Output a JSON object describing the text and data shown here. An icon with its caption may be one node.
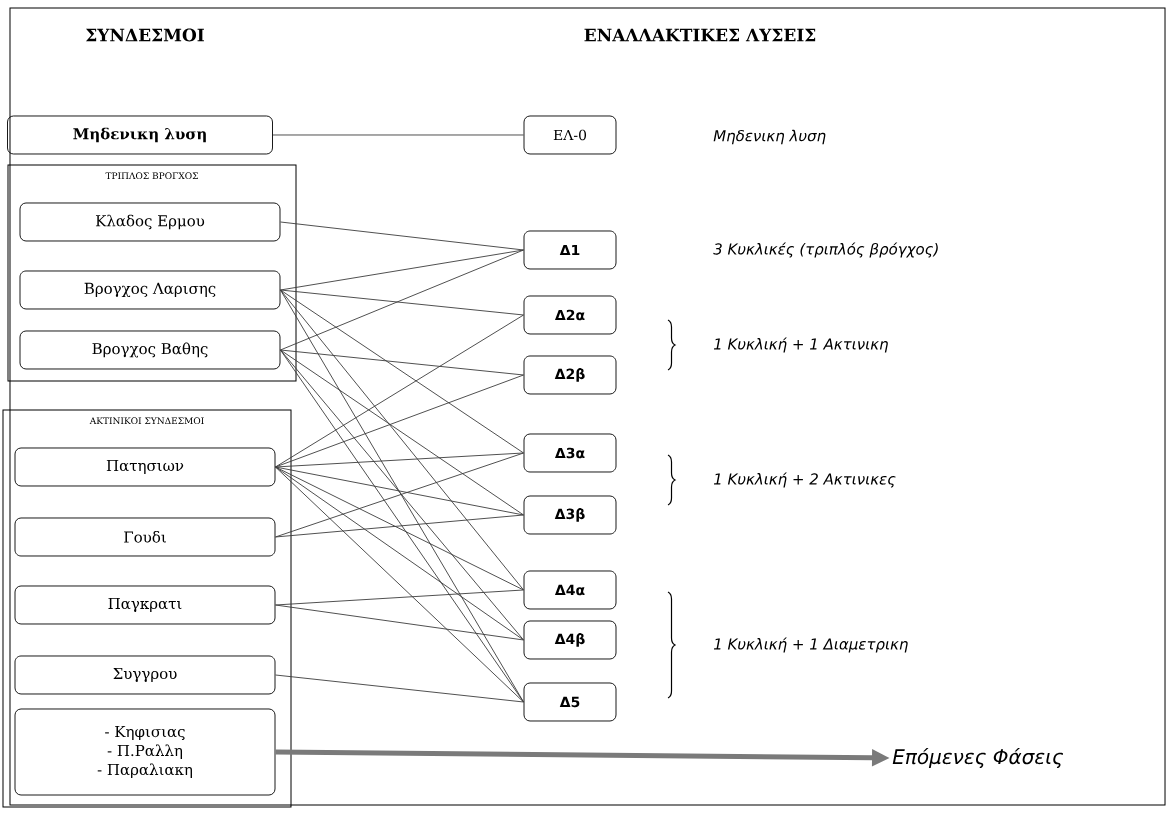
{
  "diagram": {
    "nodes": [
      {
        "text": [
          "Μηδενικη λυση"
        ]
      },
      {
        "text": [
          "ΤΡΙΠΛΟΣ ΒΡΟΓΧΟΣ"
        ]
      },
      {
        "text": [
          "Κλαδος Ερμου"
        ],
        "in": 1
      },
      {
        "text": [
          "Βρογχος Λαρισης"
        ],
        "in": 1
      },
      {
        "text": [
          "Βρογχος Βαθης"
        ],
        "in": 1
      },
      {
        "text": [
          "ΑΚΤΙΝΙΚΟΙ ΣΥΝΔΕΣΜΟΙ"
        ]
      },
      {
        "text": [
          "Πατησιων"
        ],
        "in": 5
      },
      {
        "text": [
          "Γουδι"
        ],
        "in": 5
      },
      {
        "text": [
          "Παγκρατι"
        ],
        "in": 5
      },
      {
        "text": [
          "Συγγρου"
        ],
        "in": 5
      },
      {
        "text": [
          "- Κηφισιας",
          "- Π.Ραλλη",
          "- Παραλιακη"
        ],
        "in": 5
      },
      {
        "text": [
          "ΕΛ-0"
        ]
      },
      {
        "text": [
          "Δ1"
        ]
      },
      {
        "text": [
          "Δ2α"
        ]
      },
      {
        "text": [
          "Δ2β"
        ]
      },
      {
        "text": [
          "Δ3α"
        ]
      },
      {
        "text": [
          "Δ3β"
        ]
      },
      {
        "text": [
          "Δ4α"
        ]
      },
      {
        "text": [
          "Δ4β"
        ]
      },
      {
        "text": [
          "Δ5"
        ]
      },
      {
        "text": [
          "Επόμενες Φάσεις"
        ]
      }
    ],
    "edges": [
      {
        "from": 0,
        "to": 11,
        "arrow": "none"
      },
      {
        "from": 2,
        "to": 12,
        "arrow": "none"
      },
      {
        "from": 3,
        "to": 12,
        "arrow": "none"
      },
      {
        "from": 4,
        "to": 12,
        "arrow": "none"
      },
      {
        "from": 3,
        "to": 13,
        "arrow": "none"
      },
      {
        "from": 6,
        "to": 13,
        "arrow": "none"
      },
      {
        "from": 4,
        "to": 14,
        "arrow": "none"
      },
      {
        "from": 6,
        "to": 14,
        "arrow": "none"
      },
      {
        "from": 3,
        "to": 15,
        "arrow": "none"
      },
      {
        "from": 6,
        "to": 15,
        "arrow": "none"
      },
      {
        "from": 7,
        "to": 15,
        "arrow": "none"
      },
      {
        "from": 4,
        "to": 16,
        "arrow": "none"
      },
      {
        "from": 6,
        "to": 16,
        "arrow": "none"
      },
      {
        "from": 7,
        "to": 16,
        "arrow": "none"
      },
      {
        "from": 3,
        "to": 17,
        "arrow": "none"
      },
      {
        "from": 6,
        "to": 17,
        "arrow": "none"
      },
      {
        "from": 8,
        "to": 17,
        "arrow": "none"
      },
      {
        "from": 4,
        "to": 18,
        "arrow": "none"
      },
      {
        "from": 6,
        "to": 18,
        "arrow": "none"
      },
      {
        "from": 8,
        "to": 18,
        "arrow": "none"
      },
      {
        "from": 3,
        "to": 19,
        "arrow": "none"
      },
      {
        "from": 4,
        "to": 19,
        "arrow": "none"
      },
      {
        "from": 6,
        "to": 19,
        "arrow": "none"
      },
      {
        "from": 9,
        "to": 19,
        "arrow": "none"
      },
      {
        "from": 10,
        "to": 20,
        "arrow": "to",
        "style": "thick",
        "color": "#7a7a7a"
      }
    ],
    "labels": [
      "ΣΥΝΔΕΣΜΟΙ",
      "ΕΝΑΛΛΑΚΤΙΚΕΣ ΛΥΣΕΙΣ",
      "Μηδενικη λυση",
      "3 Κυκλικές (τριπλός βρόγχος)",
      "1 Κυκλική + 1 Ακτινικη",
      "1 Κυκλική + 2 Ακτινικες",
      "1 Κυκλική + 1 Διαμετρικη"
    ]
  }
}
